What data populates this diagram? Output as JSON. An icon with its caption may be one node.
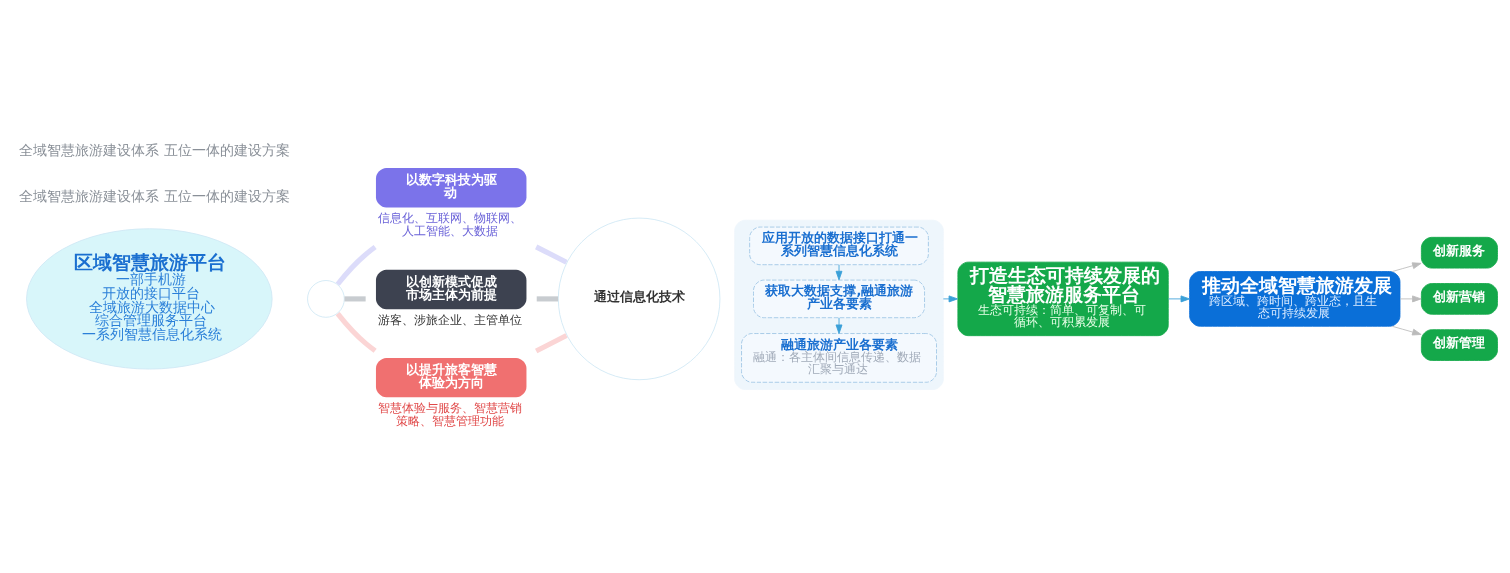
{
  "diagram": {
    "nodes": [
      {
        "text": [
          "区域智慧旅游平台",
          "一部手机游",
          "开放的接口平台",
          "全域旅游大数据中心",
          "综合管理服务平台",
          "一系列智慧信息化系统"
        ]
      },
      {
        "text": [],
        "shape": "circle"
      },
      {
        "text": [
          "以数字科技为驱动"
        ],
        "beside": [
          "信息化、互联网、物联网、人工智能、大数据"
        ]
      },
      {
        "text": [
          "以创新模式促成市场主体为前提"
        ],
        "beside": [
          "游客、涉旅企业、主管单位"
        ]
      },
      {
        "text": [
          "以提升旅客智慧体验为方向"
        ],
        "beside": [
          "智慧体验与服务、智慧营销策略、智慧管理功能"
        ]
      },
      {
        "text": [
          "通过信息化技术"
        ]
      },
      {
        "text": [],
        "shape": "box"
      },
      {
        "text": [
          "应用开放的数据接口打通一系列智慧信息化系统"
        ],
        "in": 6
      },
      {
        "text": [
          "获取大数据支撑,融通旅游产业各要素"
        ],
        "in": 6
      },
      {
        "text": [
          "融通旅游产业各要素",
          "融通：各主体间信息传递、数据汇聚与通达"
        ],
        "in": 6
      },
      {
        "text": [
          "打造生态可持续发展的智慧旅游服务平台",
          "生态可持续：简单、可复制、可循环、可积累发展"
        ]
      },
      {
        "text": [
          "推动全域智慧旅游发展",
          "跨区域、跨时间、跨业态，且生态可持续发展"
        ]
      },
      {
        "text": [
          "创新服务"
        ]
      },
      {
        "text": [
          "创新营销"
        ]
      },
      {
        "text": [
          "创新管理"
        ]
      }
    ],
    "edges": [
      {
        "from": 1,
        "to": 2,
        "arrow": "none",
        "style": "thick",
        "color": "#dcdcfa"
      },
      {
        "from": 1,
        "to": 3,
        "arrow": "none",
        "style": "thick",
        "color": "#c8ccd0"
      },
      {
        "from": 1,
        "to": 4,
        "arrow": "none",
        "style": "thick",
        "color": "#fbd5d5"
      },
      {
        "from": 2,
        "to": 5,
        "arrow": "none",
        "style": "thick",
        "color": "#dcdcfa"
      },
      {
        "from": 3,
        "to": 5,
        "arrow": "none",
        "style": "thick",
        "color": "#c8ccd0"
      },
      {
        "from": 4,
        "to": 5,
        "arrow": "none",
        "style": "thick",
        "color": "#fbd5d5"
      },
      {
        "from": 7,
        "to": 8,
        "arrow": "to"
      },
      {
        "from": 8,
        "to": 9,
        "arrow": "to"
      },
      {
        "from": 6,
        "to": 10,
        "arrow": "to"
      },
      {
        "from": 10,
        "to": 11,
        "arrow": "to"
      },
      {
        "from": 11,
        "to": 12,
        "arrow": "to",
        "color": "#bbbbbb"
      },
      {
        "from": 11,
        "to": 13,
        "arrow": "to",
        "color": "#bbbbbb"
      },
      {
        "from": 11,
        "to": 14,
        "arrow": "to",
        "color": "#bbbbbb"
      }
    ],
    "labels": [
      "全域智慧旅游建设体系 五位一体的建设方案",
      "全域智慧旅游建设体系 五位一体的建设方案"
    ]
  }
}
